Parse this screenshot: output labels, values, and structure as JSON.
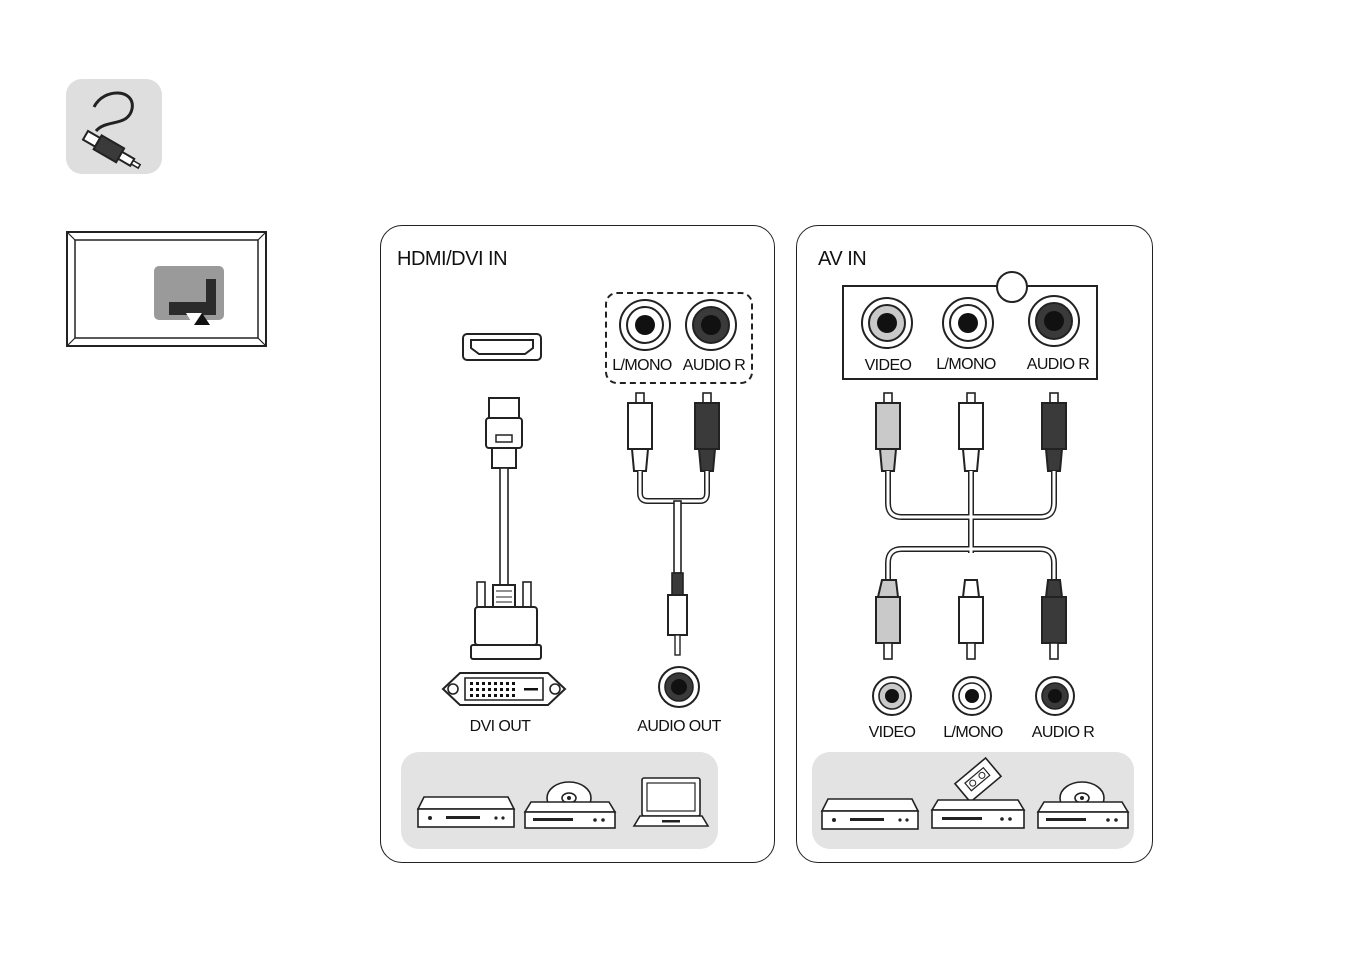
{
  "left_panel": {
    "title": "HDMI/DVI IN",
    "port_labels": [
      "L/MONO",
      "AUDIO R"
    ],
    "source_labels": [
      "DVI OUT",
      "AUDIO OUT"
    ],
    "devices": [
      "set-top-box",
      "dvd-player",
      "laptop"
    ]
  },
  "right_panel": {
    "title": "AV IN",
    "port_labels": [
      "VIDEO",
      "L/MONO",
      "AUDIO R"
    ],
    "source_labels": [
      "VIDEO",
      "L/MONO",
      "AUDIO R"
    ],
    "devices": [
      "set-top-box",
      "vcr",
      "dvd-player"
    ]
  },
  "colors": {
    "video_plug": "#c9c9c9",
    "left_plug": "#ffffff",
    "right_plug": "#3a3a3a",
    "tray": "#e3e3e3",
    "icon_bg": "#dedede"
  }
}
